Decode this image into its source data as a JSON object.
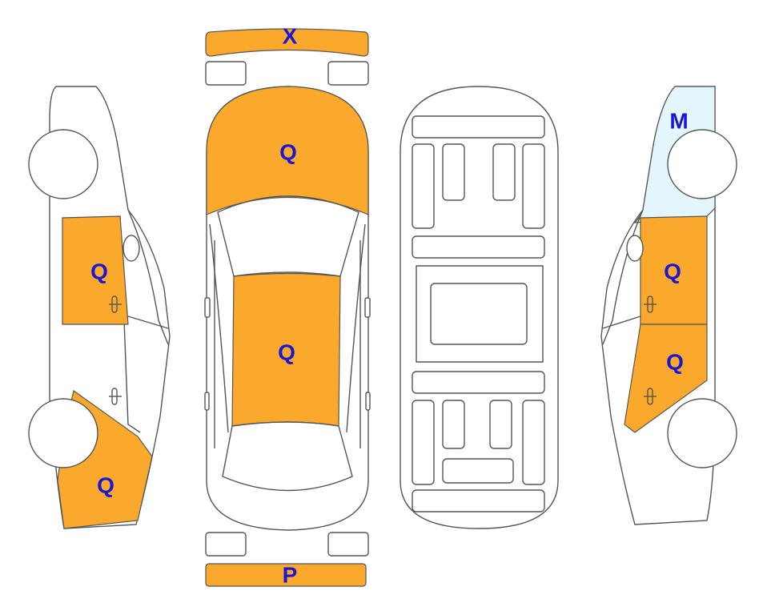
{
  "colors": {
    "damage_q": "#FBA92C",
    "damage_m": "#E3F6FC",
    "label": "#1B16D4",
    "outline": "#555555"
  },
  "panels": {
    "front_bumper": {
      "code": "X"
    },
    "rear_bumper": {
      "code": "P"
    },
    "hood": {
      "code": "Q"
    },
    "roof": {
      "code": "Q"
    },
    "left_front_door": {
      "code": "Q"
    },
    "left_rear_quarter": {
      "code": "Q"
    },
    "right_front_fender": {
      "code": "M"
    },
    "right_front_door": {
      "code": "Q"
    },
    "right_rear_door": {
      "code": "Q"
    }
  }
}
